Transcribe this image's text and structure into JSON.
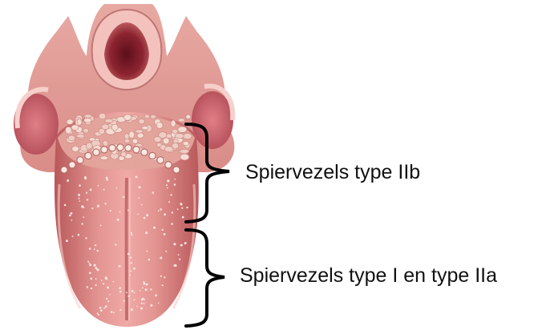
{
  "labels": {
    "upper": "Spiervezels type IIb",
    "lower": "Spiervezels type I en type IIa"
  },
  "colors": {
    "tongue_base": "#d87a7a",
    "tongue_light": "#f2b1ad",
    "tongue_dark": "#b14f51",
    "throat": "#8c2430",
    "papillae": "#f7e6dd",
    "bracket": "#000000",
    "text": "#111111"
  },
  "icons": {
    "upper_bracket": "curly-brace-right",
    "lower_bracket": "curly-brace-right"
  }
}
